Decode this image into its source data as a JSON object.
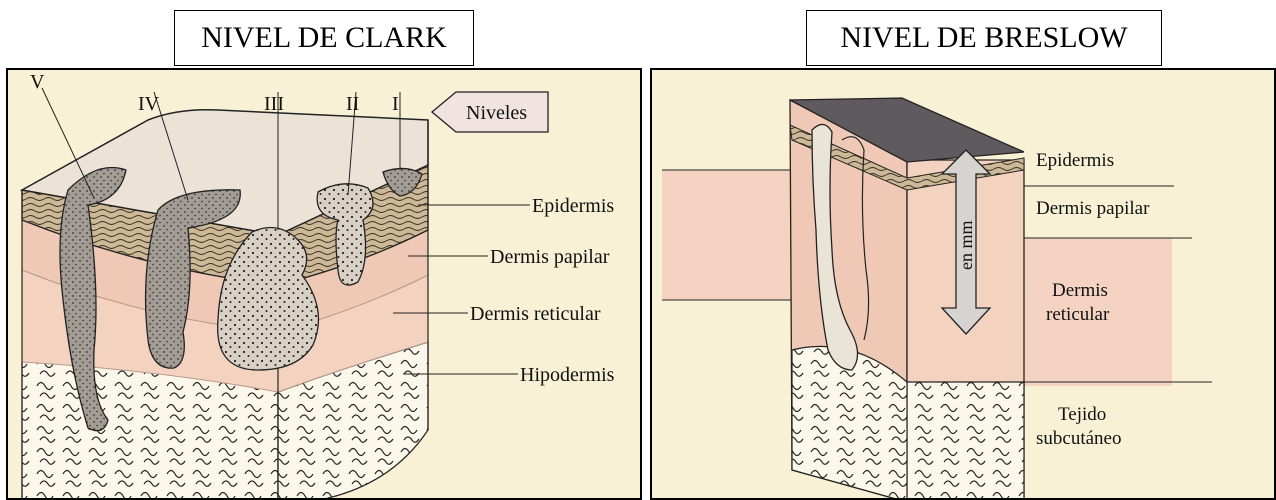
{
  "clark": {
    "title": "NIVEL DE CLARK",
    "levels_tag": "Niveles",
    "level_numerals": [
      "V",
      "IV",
      "III",
      "II",
      "I"
    ],
    "layers": [
      "Epidermis",
      "Dermis papilar",
      "Dermis reticular",
      "Hipodermis"
    ]
  },
  "breslow": {
    "title": "NIVEL DE BRESLOW",
    "arrow_label": "en mm",
    "layers": [
      "Epidermis",
      "Dermis papilar",
      "Dermis",
      "reticular",
      "Tejido",
      "subcutáneo"
    ]
  },
  "colors": {
    "paper": "#f8f1d6",
    "dermis": "#f3d3c0",
    "tumor": "#a9a29a",
    "epidermis": "#c9b69a",
    "top_surface": "#ece3d6"
  }
}
